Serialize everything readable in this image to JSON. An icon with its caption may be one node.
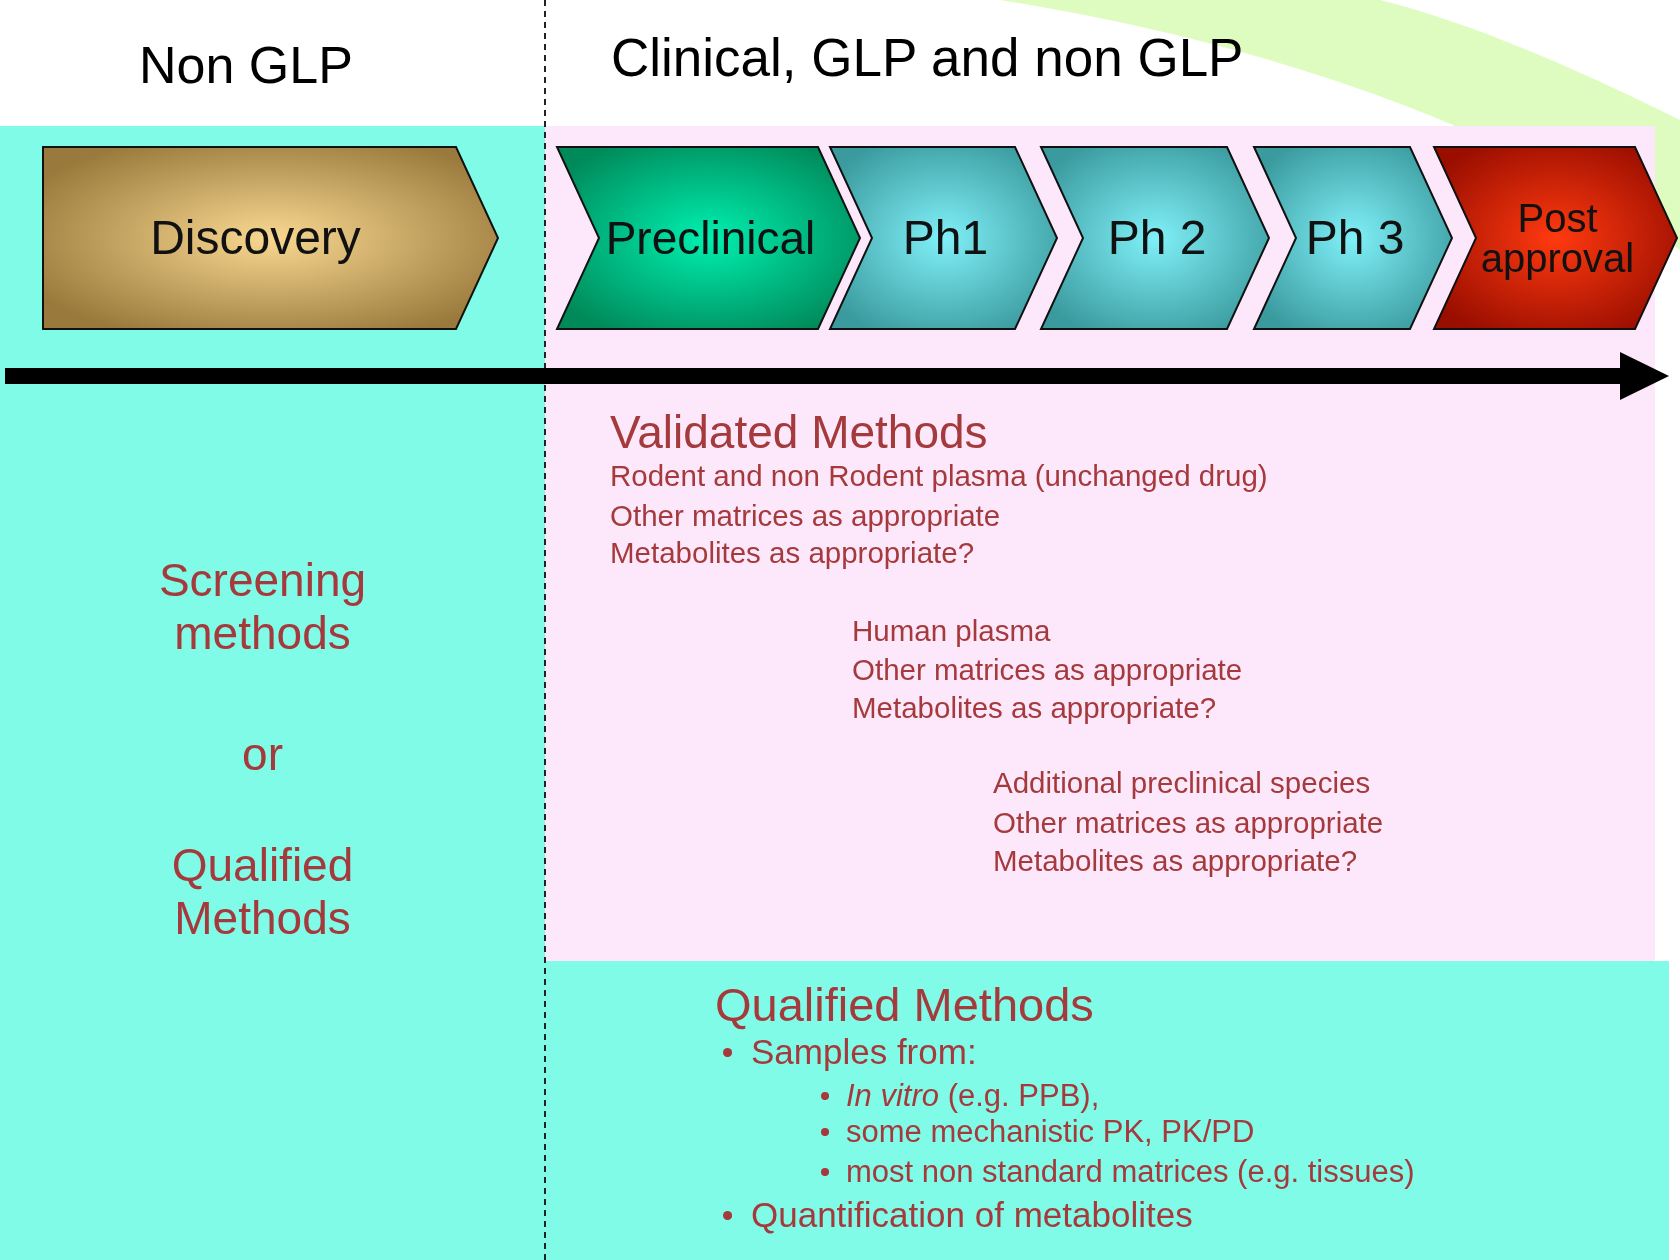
{
  "diagram": {
    "nodes": [
      {
        "text": [
          "Screening methods",
          "or",
          "Qualified Methods"
        ]
      },
      {
        "text": [
          "Discovery"
        ],
        "in": 0
      },
      {
        "text": [
          "Validated Methods",
          "Rodent and non Rodent plasma (unchanged drug)",
          "Other matrices as appropriate",
          "Metabolites as appropriate?",
          "Human plasma",
          "Other matrices as appropriate",
          "Metabolites as appropriate?",
          "Additional preclinical species",
          "Other matrices as appropriate",
          "Metabolites as appropriate?"
        ]
      },
      {
        "text": [
          "Preclinical"
        ],
        "in": 2
      },
      {
        "text": [
          "Ph1"
        ],
        "in": 2
      },
      {
        "text": [
          "Ph 2"
        ],
        "in": 2
      },
      {
        "text": [
          "Ph 3"
        ],
        "in": 2
      },
      {
        "text": [
          "Post approval"
        ]
      },
      {
        "text": [
          "Qualified Methods",
          "Samples from:",
          "*In vitro* (e.g. PPB),",
          "some mechanistic PK, PK/PD",
          "most non standard matrices (e.g. tissues)",
          "Quantification of metabolites"
        ]
      }
    ],
    "labels": [
      "Non GLP",
      "Clinical, GLP and non GLP"
    ]
  }
}
